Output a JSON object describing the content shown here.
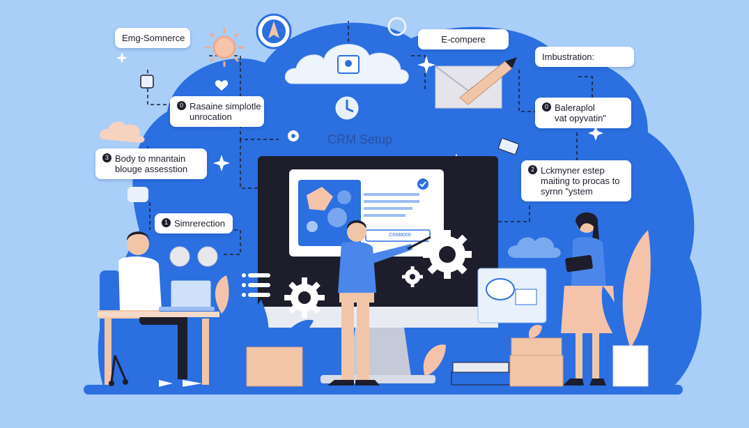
{
  "title": "CRM Setup",
  "screen_button_label": "CRM8000",
  "bubbles": {
    "ecommerce_left": "Emg-Somnerce",
    "ecommerce_center": "E-compere",
    "instruction": "Imbustration:",
    "step_o": {
      "marker": "0",
      "line1": "Rasaine simplotle",
      "line2": "unrocation"
    },
    "step_3": {
      "marker": "3",
      "line1": "Body to mnantain",
      "line2": "blouge assesstion"
    },
    "step_1": {
      "marker": "1",
      "line1": "Simrerection"
    },
    "step_bal": {
      "marker": "0",
      "line1": "Baleraplol",
      "line2": "vat opyvatin\""
    },
    "step_2": {
      "marker": "2",
      "line1": "Lckmyner estep",
      "line2": "maiting to procas to",
      "line3": "syrnn \"ystem"
    }
  },
  "colors": {
    "background": "#a9cef8",
    "cloud_blue": "#2b6fe0",
    "dark_navy": "#1d1d2b",
    "accent_light": "#e9f1fd",
    "peach": "#f1c6a8"
  },
  "icons": [
    "cloud-icon",
    "user-icon",
    "clock-icon",
    "envelope-icon",
    "pencil-icon",
    "gear-icon",
    "sparkle-icon",
    "heart-icon",
    "dollar-chat-icon",
    "chat-icon",
    "laptop-icon",
    "compass-icon",
    "sun-icon"
  ]
}
